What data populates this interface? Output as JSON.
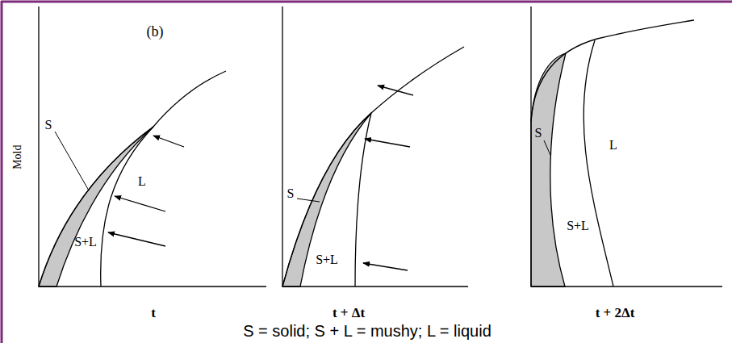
{
  "diagram": {
    "labels": [
      "(b)",
      "Mold",
      "S",
      "S+L",
      "L",
      "t",
      "S",
      "S+L",
      "t + Δt",
      "S",
      "L",
      "S+L",
      "t + 2Δt",
      "S = solid; S + L = mushy; L = liquid"
    ]
  }
}
